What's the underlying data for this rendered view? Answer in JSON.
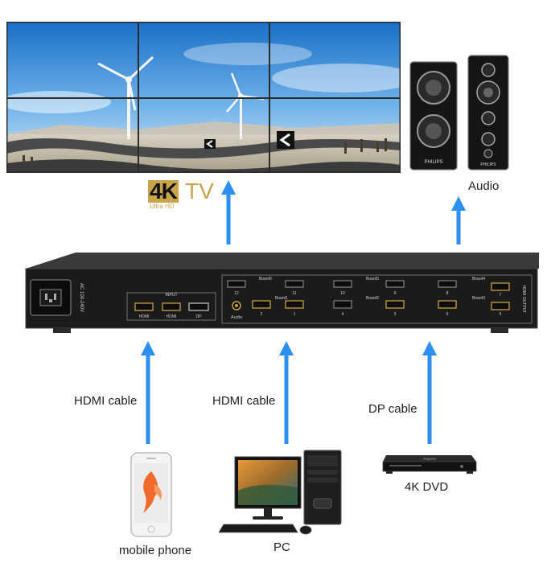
{
  "labels": {
    "brand_4k": "4K",
    "brand_tv": "TV",
    "brand_ultra_hd": "Ultra HD",
    "audio": "Audio",
    "hdmi_cable_1": "HDMI cable",
    "hdmi_cable_2": "HDMI cable",
    "dp_cable": "DP cable",
    "mobile_phone": "mobile phone",
    "pc": "PC",
    "dvd": "4K DVD"
  },
  "device": {
    "power": "AC 100-240V",
    "input_title": "INPUT",
    "inputs": [
      "HDMI",
      "HDMI",
      "DP"
    ],
    "audio": "Audio",
    "output_title": "HDMI OUTPUT",
    "boards": [
      "Board6",
      "Board5",
      "Board4",
      "Board1",
      "Board2",
      "Board3"
    ],
    "ports": [
      "12",
      "11",
      "10",
      "9",
      "8",
      "7",
      "2",
      "1",
      "4",
      "3",
      "6",
      "5"
    ]
  },
  "speaker_brand": "PHILIPS",
  "dvd_brand": "PHILIPS",
  "colors": {
    "arrow": "#2d8ff0",
    "device": "#1b1b1b",
    "text": "#222222",
    "brand_gold": "#caa44a"
  }
}
